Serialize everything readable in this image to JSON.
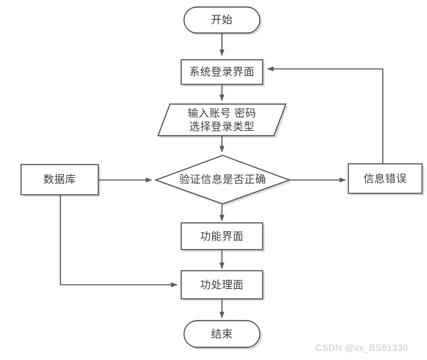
{
  "diagram": {
    "type": "flowchart",
    "title": "",
    "orientation": "top-to-bottom",
    "theme": {
      "background": "#ffffff",
      "node_fill": "#ffffff",
      "node_stroke": "#3f3f3f",
      "shadow": "#d9d9d9",
      "edge_stroke": "#595959",
      "text_color": "#3c3c3c",
      "watermark_color": "#c9c9c9"
    },
    "nodes": [
      {
        "id": "start",
        "shape": "stadium",
        "label": "开始"
      },
      {
        "id": "login",
        "shape": "rectangle",
        "label": "系统登录界面"
      },
      {
        "id": "input",
        "shape": "parallelogram",
        "label": "输入账号 密码",
        "label2": "选择登录类型"
      },
      {
        "id": "verify",
        "shape": "diamond",
        "label": "验证信息是否正确"
      },
      {
        "id": "database",
        "shape": "rectangle",
        "label": "数据库"
      },
      {
        "id": "error",
        "shape": "rectangle",
        "label": "信息错误"
      },
      {
        "id": "feature",
        "shape": "rectangle",
        "label": "功能界面"
      },
      {
        "id": "process",
        "shape": "rectangle",
        "label": "功处理面"
      },
      {
        "id": "end",
        "shape": "stadium",
        "label": "结束"
      }
    ],
    "edges": [
      {
        "from": "start",
        "to": "login",
        "label": "",
        "arrow": true
      },
      {
        "from": "login",
        "to": "input",
        "label": "",
        "arrow": true
      },
      {
        "from": "input",
        "to": "verify",
        "label": "",
        "arrow": true
      },
      {
        "from": "database",
        "to": "verify",
        "label": "",
        "arrow": true
      },
      {
        "from": "verify",
        "to": "error",
        "label": "",
        "arrow": true
      },
      {
        "from": "error",
        "to": "login",
        "label": "",
        "arrow": true
      },
      {
        "from": "verify",
        "to": "feature",
        "label": "",
        "arrow": true
      },
      {
        "from": "feature",
        "to": "process",
        "label": "",
        "arrow": true
      },
      {
        "from": "database",
        "to": "process",
        "label": "",
        "arrow": true
      },
      {
        "from": "process",
        "to": "end",
        "label": "",
        "arrow": true
      }
    ]
  },
  "watermark": {
    "text": "CSDN @vx_BS81330"
  }
}
